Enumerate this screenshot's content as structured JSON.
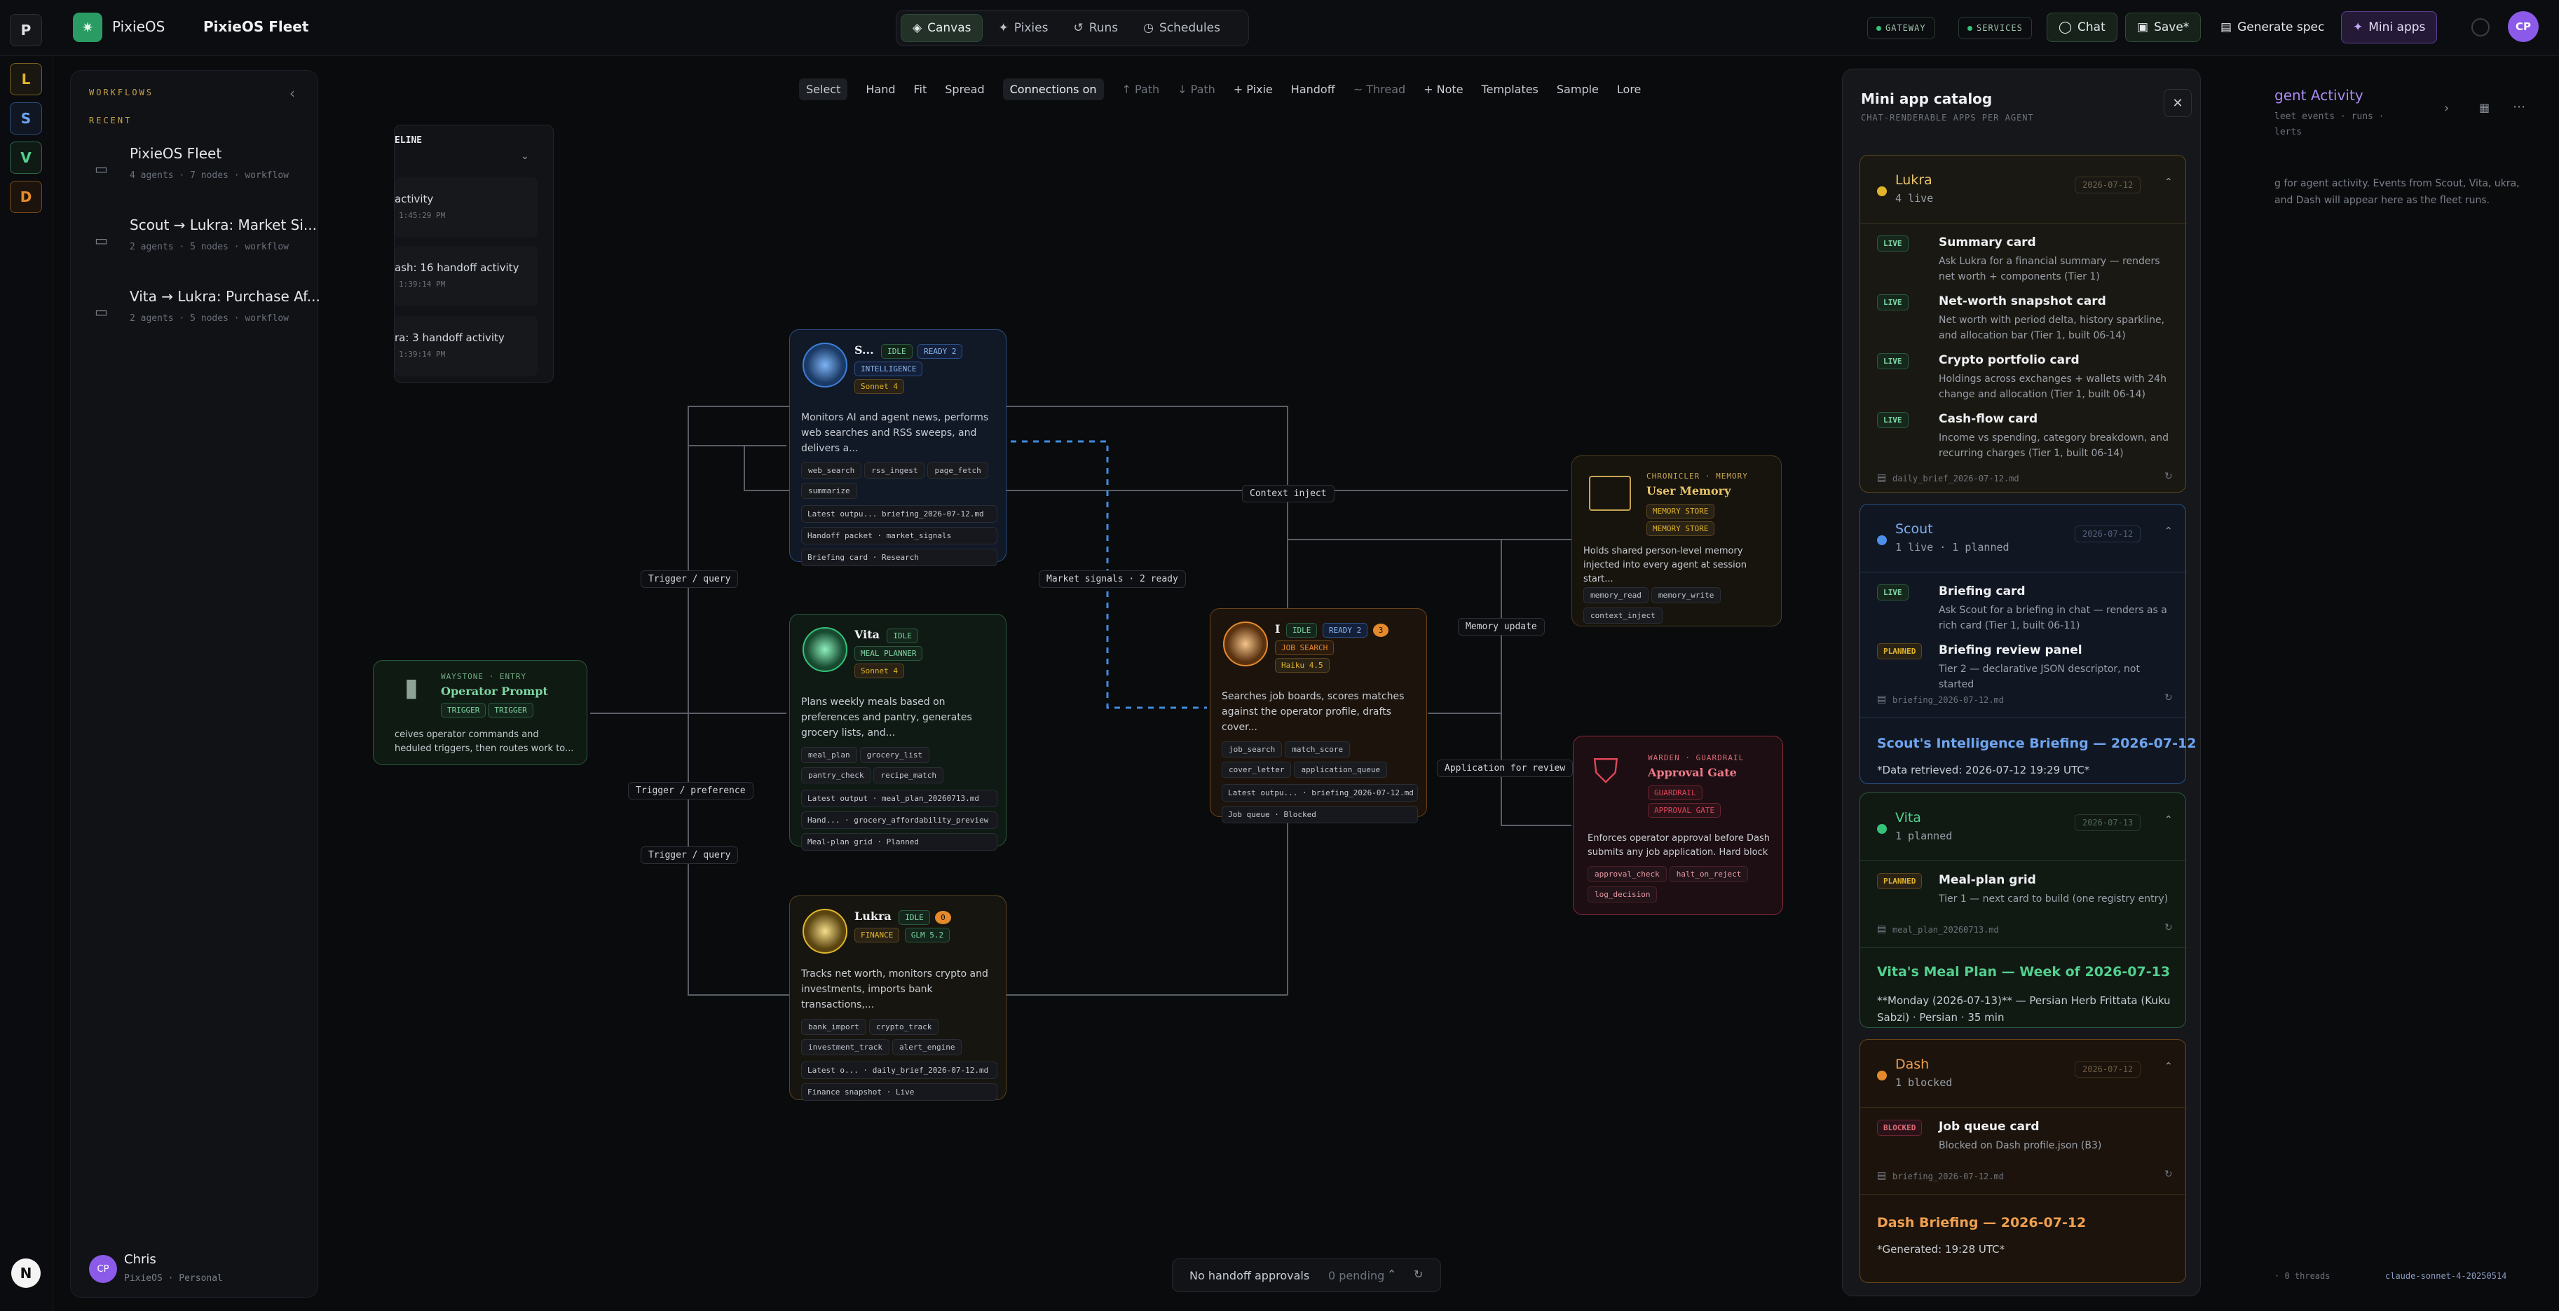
{
  "app": {
    "logo_letter": "P",
    "name": "PixieOS",
    "project": "PixieOS Fleet"
  },
  "nav": {
    "tabs": [
      {
        "label": "Canvas",
        "active": true
      },
      {
        "label": "Pixies"
      },
      {
        "label": "Runs"
      },
      {
        "label": "Schedules"
      }
    ]
  },
  "header_right": {
    "gateway": "GATEWAY",
    "services": "SERVICES",
    "chat": "Chat",
    "save": "Save*",
    "generate": "Generate spec",
    "mini_apps": "Mini apps",
    "avatar": "CP"
  },
  "rail": {
    "items": [
      "L",
      "S",
      "V",
      "D"
    ]
  },
  "sidebar": {
    "heading": "WORKFLOWS",
    "recent": "RECENT",
    "workflows": [
      {
        "title": "PixieOS Fleet",
        "meta": "4 agents · 7 nodes · workflow"
      },
      {
        "title": "Scout → Lukra: Market Si...",
        "meta": "2 agents · 5 nodes · workflow"
      },
      {
        "title": "Vita → Lukra: Purchase Af...",
        "meta": "2 agents · 5 nodes · workflow"
      }
    ],
    "user": {
      "initials": "CP",
      "name": "Chris",
      "org": "PixieOS · Personal"
    }
  },
  "toolbar": {
    "items": [
      "Select",
      "Hand",
      "Fit",
      "Spread",
      "Connections on",
      "↑ Path",
      "↓ Path",
      "+ Pixie",
      "Handoff",
      "~ Thread",
      "+ Note",
      "Templates",
      "Sample",
      "Lore"
    ]
  },
  "timeline": {
    "title": "ELINE",
    "events": [
      {
        "text": "activity",
        "time": "1:45:29 PM"
      },
      {
        "text": "ash: 16 handoff activity",
        "time": "1:39:14 PM"
      },
      {
        "text": "ra: 3 handoff activity",
        "time": "1:39:14 PM"
      }
    ]
  },
  "nodes": {
    "scout": {
      "name": "S...",
      "status": "IDLE",
      "ready": "READY 2",
      "role": "INTELLIGENCE",
      "model": "Sonnet 4",
      "desc": "Monitors AI and agent news, performs web searches and RSS sweeps, and delivers a...",
      "tags": [
        "web_search",
        "rss_ingest",
        "page_fetch",
        "summarize"
      ],
      "outputs": [
        "Latest outpu... briefing_2026-07-12.md",
        "Handoff packet · market_signals",
        "Briefing card · Research"
      ]
    },
    "vita": {
      "name": "Vita",
      "status": "IDLE",
      "role": "MEAL PLANNER",
      "model": "Sonnet 4",
      "desc": "Plans weekly meals based on preferences and pantry, generates grocery lists, and...",
      "tags": [
        "meal_plan",
        "grocery_list",
        "pantry_check",
        "recipe_match"
      ],
      "outputs": [
        "Latest output · meal_plan_20260713.md",
        "Hand... · grocery_affordability_preview",
        "Meal-plan grid · Planned"
      ]
    },
    "lukra": {
      "name": "Lukra",
      "status": "IDLE",
      "badge": "0",
      "role": "FINANCE",
      "model": "GLM 5.2",
      "desc": "Tracks net worth, monitors crypto and investments, imports bank transactions,...",
      "tags": [
        "bank_import",
        "crypto_track",
        "investment_track",
        "alert_engine"
      ],
      "outputs": [
        "Latest o... · daily_brief_2026-07-12.md",
        "Finance snapshot · Live"
      ]
    },
    "dash": {
      "name": "I",
      "status": "IDLE",
      "ready": "READY 2",
      "badge": "3",
      "role": "JOB SEARCH",
      "model": "Haiku 4.5",
      "desc": "Searches job boards, scores matches against the operator profile, drafts cover...",
      "tags": [
        "job_search",
        "match_score",
        "cover_letter",
        "application_queue"
      ],
      "outputs": [
        "Latest outpu... · briefing_2026-07-12.md",
        "Job queue · Blocked"
      ]
    },
    "operator": {
      "kicker": "WAYSTONE · ENTRY",
      "name": "Operator Prompt",
      "tags": [
        "TRIGGER",
        "TRIGGER"
      ],
      "desc": "ceives operator commands and heduled triggers, then routes work to..."
    },
    "memory": {
      "kicker": "CHRONICLER · MEMORY",
      "name": "User Memory",
      "tags": [
        "MEMORY STORE",
        "MEMORY STORE"
      ],
      "desc": "Holds shared person-level memory injected into every agent at session start...",
      "chips": [
        "memory_read",
        "memory_write",
        "context_inject"
      ]
    },
    "gate": {
      "kicker": "WARDEN · GUARDRAIL",
      "name": "Approval Gate",
      "tags": [
        "GUARDRAIL",
        "APPROVAL GATE"
      ],
      "desc": "Enforces operator approval before Dash submits any job application. Hard block",
      "chips": [
        "approval_check",
        "halt_on_reject",
        "log_decision"
      ]
    }
  },
  "edge_labels": [
    "Trigger / query",
    "Trigger / preference",
    "Trigger / query",
    "Context inject",
    "Market signals · 2 ready",
    "Memory update",
    "Application for review"
  ],
  "catalog": {
    "title": "Mini app catalog",
    "subtitle": "CHAT-RENDERABLE APPS PER AGENT",
    "agents": [
      {
        "name": "Lukra",
        "summary": "4 live",
        "date": "2026-07-12",
        "color": "#e0b52c",
        "apps": [
          {
            "badge": "LIVE",
            "name": "Summary card",
            "desc": "Ask Lukra for a financial summary — renders net worth + components (Tier 1)"
          },
          {
            "badge": "LIVE",
            "name": "Net-worth snapshot card",
            "desc": "Net worth with period delta, history sparkline, and allocation bar (Tier 1, built 06-14)"
          },
          {
            "badge": "LIVE",
            "name": "Crypto portfolio card",
            "desc": "Holdings across exchanges + wallets with 24h change and allocation (Tier 1, built 06-14)"
          },
          {
            "badge": "LIVE",
            "name": "Cash-flow card",
            "desc": "Income vs spending, category breakdown, and recurring charges (Tier 1, built 06-14)"
          }
        ],
        "file": "daily_brief_2026-07-12.md"
      },
      {
        "name": "Scout",
        "summary": "1 live · 1 planned",
        "date": "2026-07-12",
        "color": "#4f8fe8",
        "apps": [
          {
            "badge": "LIVE",
            "name": "Briefing card",
            "desc": "Ask Scout for a briefing in chat — renders as a rich card (Tier 1, built 06-11)"
          },
          {
            "badge": "PLANNED",
            "name": "Briefing review panel",
            "desc": "Tier 2 — declarative JSON descriptor, not started"
          }
        ],
        "file": "briefing_2026-07-12.md",
        "preview_title": "Scout's Intelligence Briefing — 2026-07-12",
        "preview_text": "*Data retrieved: 2026-07-12 19:29 UTC*"
      },
      {
        "name": "Vita",
        "summary": "1 planned",
        "date": "2026-07-13",
        "color": "#35c27a",
        "apps": [
          {
            "badge": "PLANNED",
            "name": "Meal-plan grid",
            "desc": "Tier 1 — next card to build (one registry entry)"
          }
        ],
        "file": "meal_plan_20260713.md",
        "preview_title": "Vita's Meal Plan — Week of 2026-07-13",
        "preview_text": "**Monday (2026-07-13)** — Persian Herb Frittata (Kuku Sabzi) · Persian · 35 min"
      },
      {
        "name": "Dash",
        "summary": "1 blocked",
        "date": "2026-07-12",
        "color": "#e58a2c",
        "apps": [
          {
            "badge": "BLOCKED",
            "name": "Job queue card",
            "desc": "Blocked on Dash profile.json (B3)"
          }
        ],
        "file": "briefing_2026-07-12.md",
        "preview_title": "Dash Briefing — 2026-07-12",
        "preview_text": "*Generated: 19:28 UTC*"
      }
    ]
  },
  "activity": {
    "title": "gent Activity",
    "subtitle": "leet events · runs · lerts",
    "empty": "g for agent activity. Events from Scout, Vita, ukra, and Dash will appear here as the fleet runs.",
    "footer_left": "· 0 threads",
    "footer_model": "claude-sonnet-4-20250514"
  },
  "bottom": {
    "approvals": "No handoff approvals",
    "pending": "0 pending"
  },
  "colors": {
    "accent_green": "#35c27a",
    "accent_blue": "#4f8fe8",
    "accent_gold": "#e0b52c",
    "accent_orange": "#e58a2c",
    "accent_red": "#e0455a",
    "mini_apps": "#9d6cf0"
  }
}
